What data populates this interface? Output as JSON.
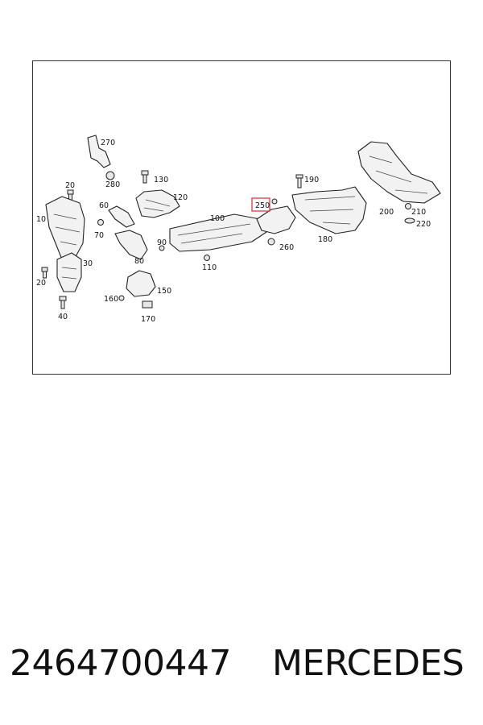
{
  "diagram": {
    "highlighted_callout": "250",
    "callouts": [
      "270",
      "280",
      "130",
      "120",
      "20",
      "60",
      "10",
      "70",
      "90",
      "100",
      "250",
      "190",
      "200",
      "210",
      "220",
      "180",
      "260",
      "110",
      "80",
      "30",
      "150",
      "160",
      "170",
      "20",
      "40"
    ]
  },
  "footer": {
    "part_number": "2464700447",
    "brand": "MERCEDES"
  }
}
